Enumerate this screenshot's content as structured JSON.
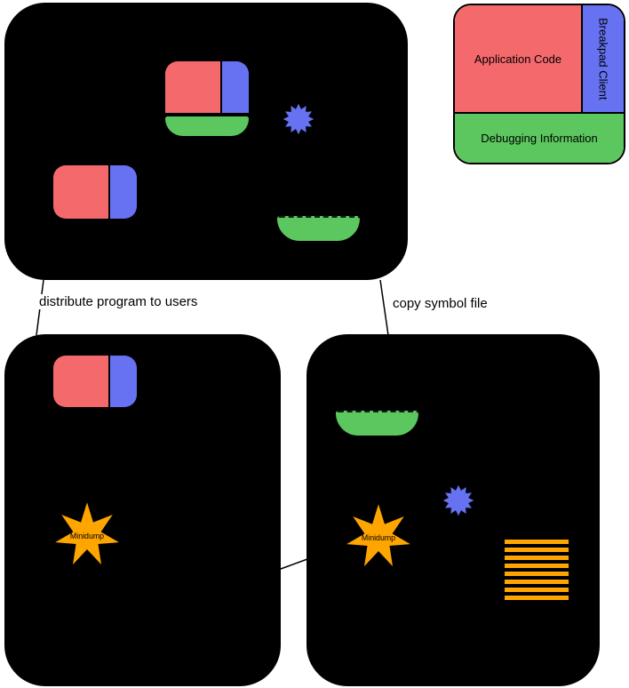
{
  "legend": {
    "application_code": "Application Code",
    "breakpad_client": "Breakpad Client",
    "debugging_information": "Debugging Information"
  },
  "edges": {
    "distribute": "distribute program to users",
    "copy_symbol": "copy symbol file"
  },
  "minidump": {
    "label": "Minidump"
  },
  "icons": {
    "blue_starburst": "crash-burst-icon",
    "minidump_star": "minidump-star-icon",
    "stack_trace": "stack-trace-lines"
  },
  "colors": {
    "app_code": "#f4696c",
    "client": "#6672f2",
    "debug_info": "#5cc75f",
    "minidump": "#ffa500",
    "box": "#000000"
  }
}
